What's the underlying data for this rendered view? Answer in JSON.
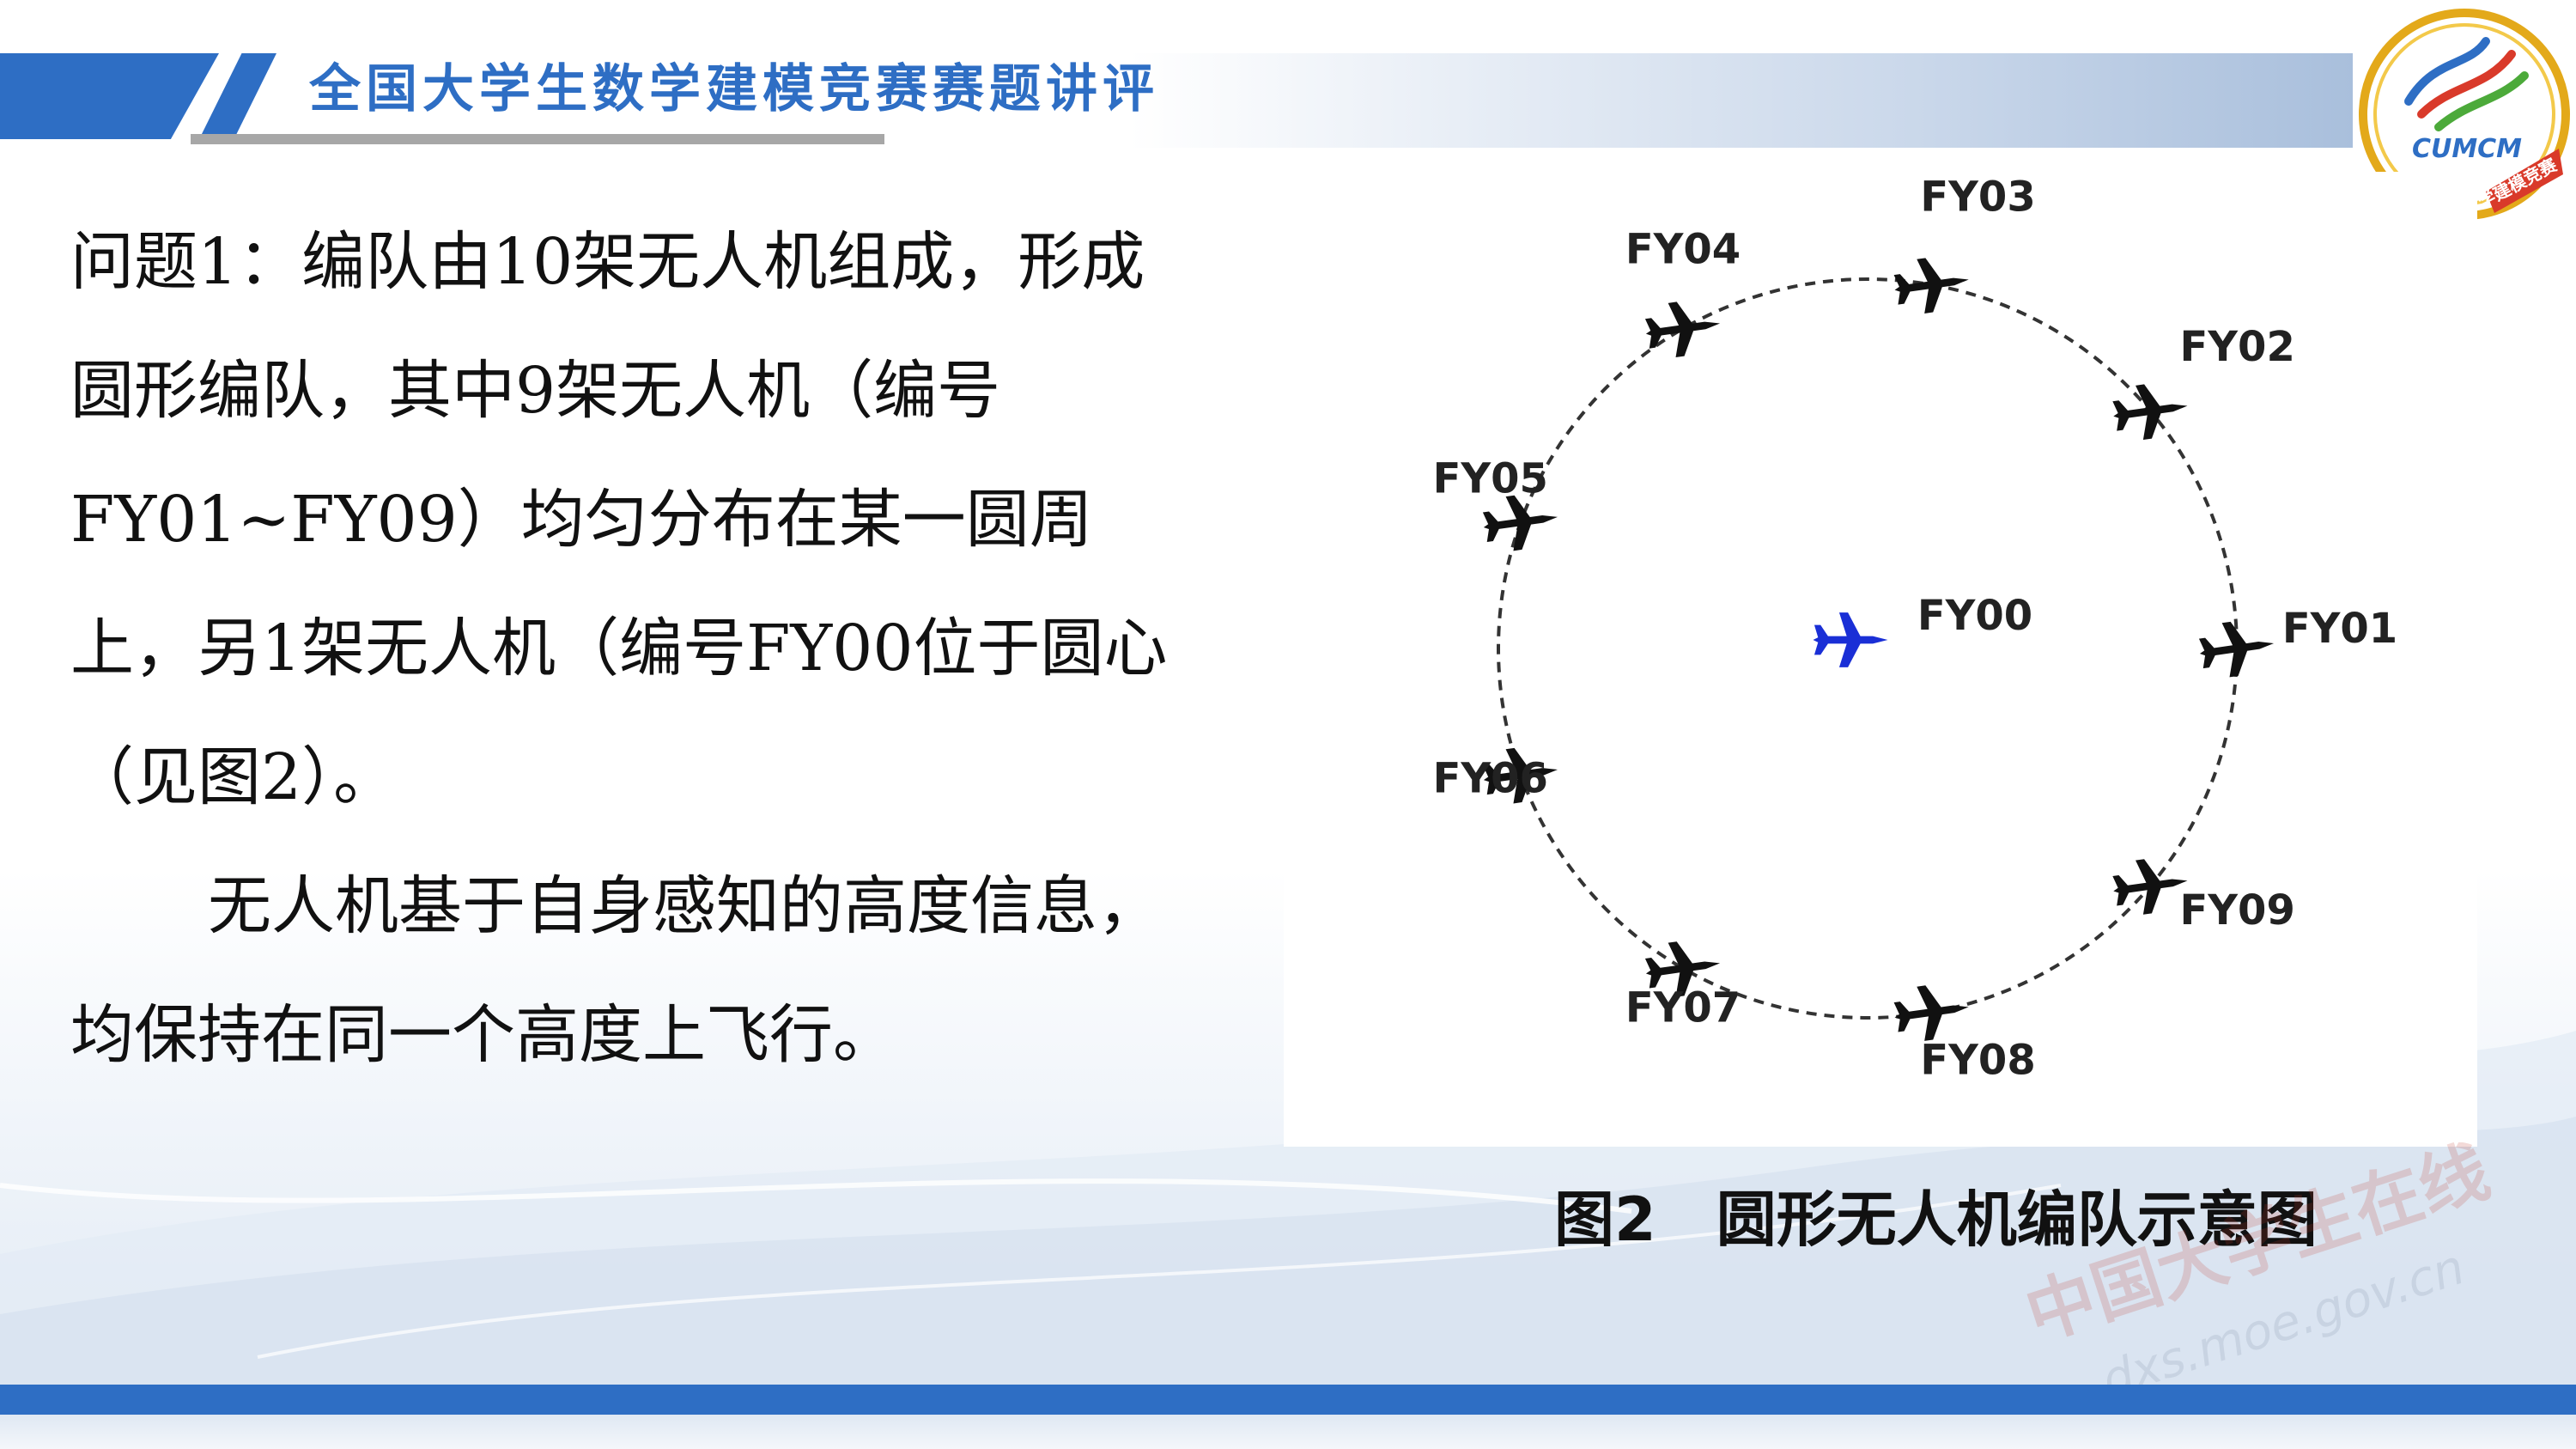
{
  "header": {
    "title": "全国大学生数学建模竞赛赛题讲评"
  },
  "logo": {
    "text": "CUMCM",
    "ring_text": "学建模竞赛"
  },
  "body": {
    "paragraph1": "问题1：编队由10架无人机组成，形成圆形编队，其中9架无人机（编号FY01~FY09）均匀分布在某一圆周上，另1架无人机（编号FY00位于圆心（见图2）。",
    "paragraph2": "无人机基于自身感知的高度信息，均保持在同一个高度上飞行。"
  },
  "figure": {
    "caption_number": "图2",
    "caption_text": "圆形无人机编队示意图",
    "center_label": "FY00",
    "center_color": "#1a2fd6",
    "ring_color": "#333333",
    "drones": [
      {
        "label": "FY01",
        "angle_deg": 0
      },
      {
        "label": "FY02",
        "angle_deg": 40
      },
      {
        "label": "FY03",
        "angle_deg": 80
      },
      {
        "label": "FY04",
        "angle_deg": 120
      },
      {
        "label": "FY05",
        "angle_deg": 160
      },
      {
        "label": "FY06",
        "angle_deg": 200
      },
      {
        "label": "FY07",
        "angle_deg": 240
      },
      {
        "label": "FY08",
        "angle_deg": 280
      },
      {
        "label": "FY09",
        "angle_deg": 320
      }
    ]
  },
  "watermark": {
    "line1": "中国大学生在线",
    "line2": "dxs.moe.gov.cn"
  },
  "colors": {
    "accent": "#2e6ec4",
    "text": "#111111"
  }
}
